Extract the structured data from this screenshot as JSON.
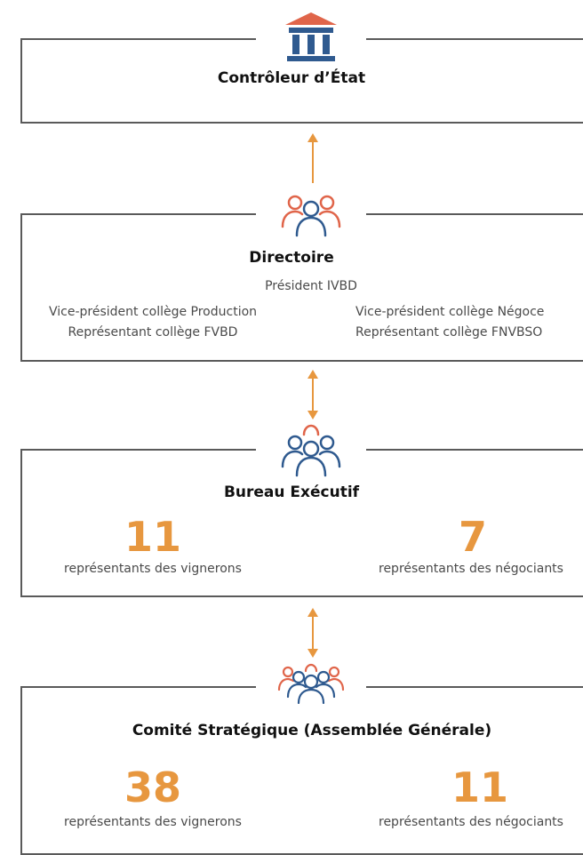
{
  "colors": {
    "accent": "#e7973f",
    "navy": "#2f5a8f",
    "coral": "#e0654a",
    "border": "#5a5a5a"
  },
  "controleur": {
    "title": "Contrôleur d’État",
    "icon": "government-building-icon"
  },
  "directoire": {
    "title": "Directoire",
    "icon": "people-group-icon",
    "president": "Président IVBD",
    "left_line1": "Vice-président collège Production",
    "left_line2": "Représentant collège FVBD",
    "right_line1": "Vice-président collège Négoce",
    "right_line2": "Représentant collège FNVBSO"
  },
  "bureau": {
    "title": "Bureau Exécutif",
    "icon": "people-group-icon",
    "left_number": "11",
    "left_caption": "représentants des vignerons",
    "right_number": "7",
    "right_caption": "représentants des négociants"
  },
  "comite": {
    "title": "Comité Stratégique (Assemblée Générale)",
    "icon": "people-group-icon",
    "left_number": "38",
    "left_caption": "représentants des vignerons",
    "right_number": "11",
    "right_caption": "représentants des négociants"
  }
}
